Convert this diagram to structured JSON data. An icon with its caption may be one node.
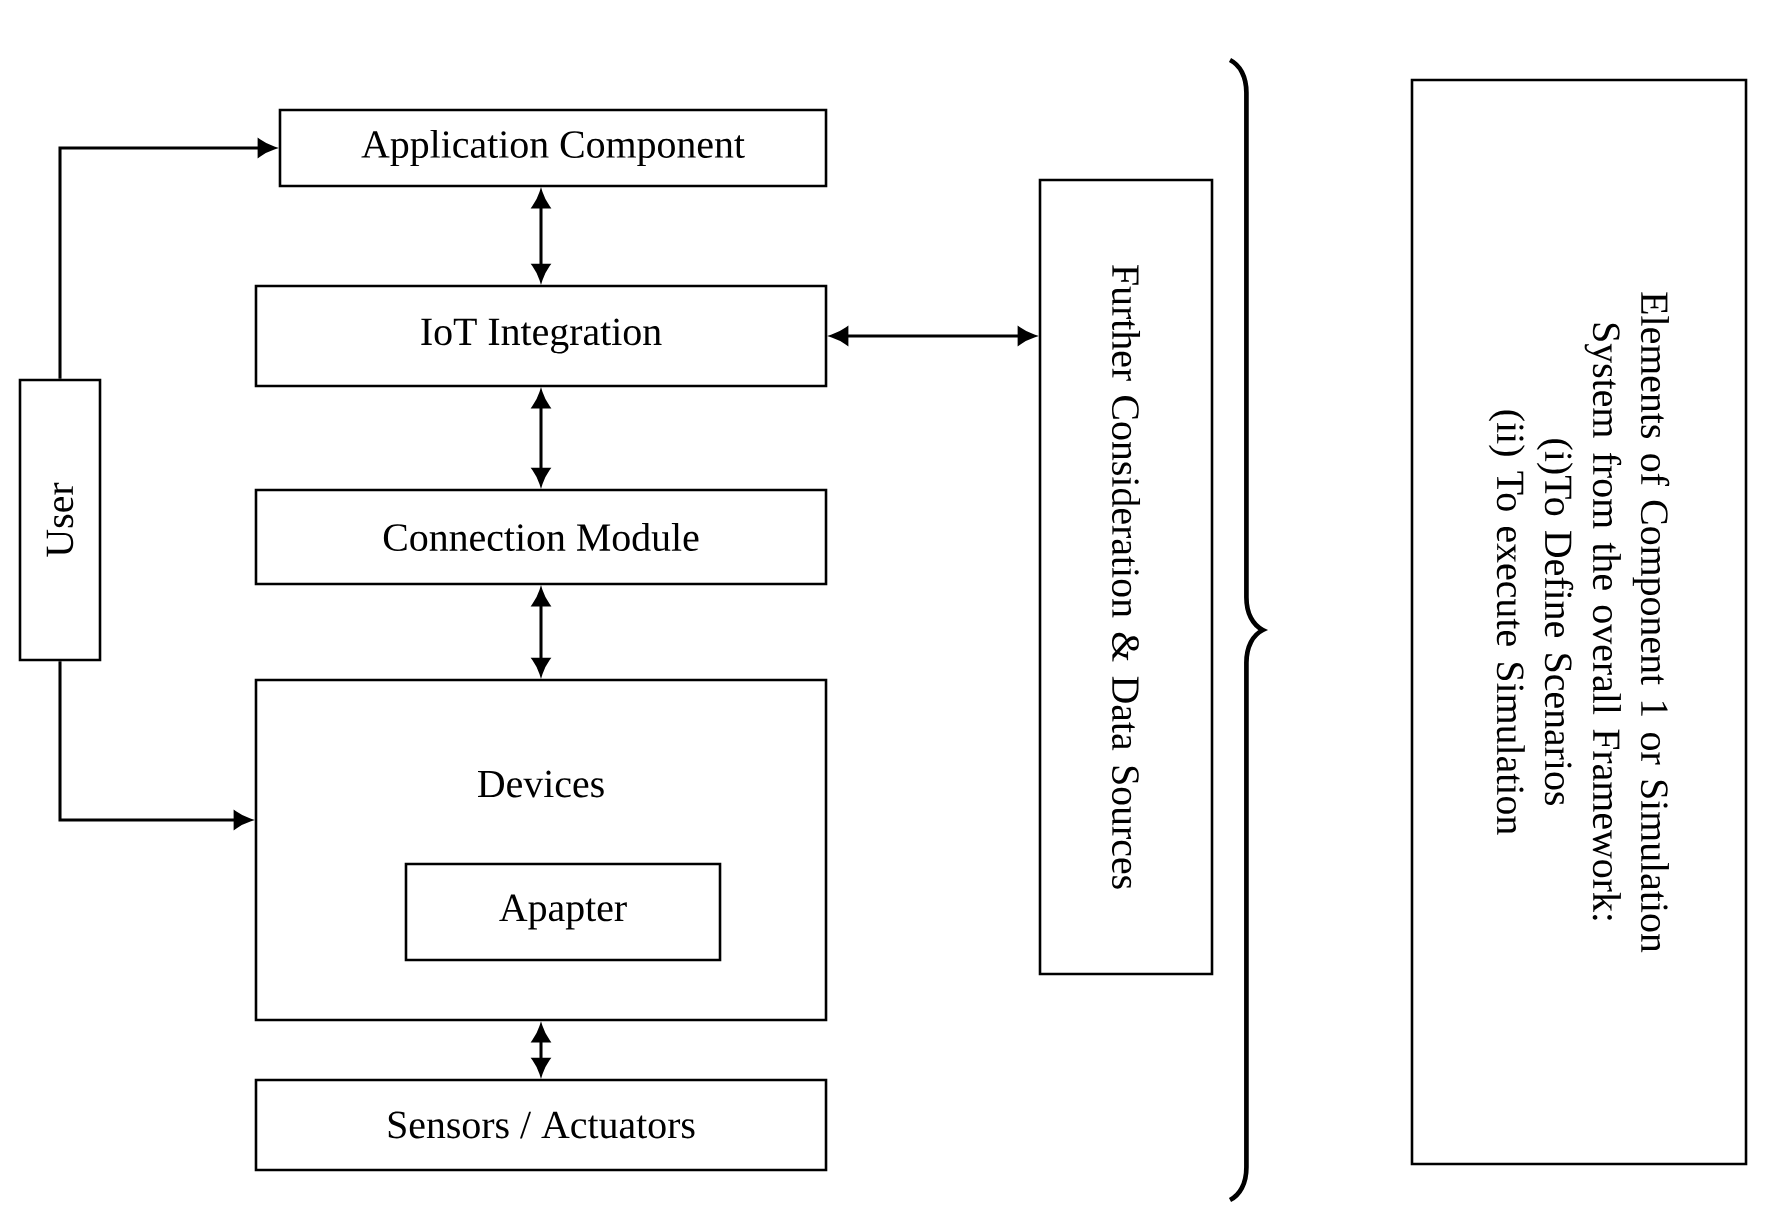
{
  "diagram": {
    "nodes": [
      {
        "text": [
          "Application Component"
        ]
      },
      {
        "text": [
          "IoT Integration"
        ]
      },
      {
        "text": [
          "Connection Module"
        ]
      },
      {
        "text": [
          "Devices"
        ]
      },
      {
        "text": [
          "Apapter"
        ],
        "in": 3
      },
      {
        "text": [
          "Sensors / Actuators"
        ]
      },
      {
        "text": [
          "User"
        ]
      },
      {
        "text": [
          "Further Consideration & Data Sources"
        ]
      },
      {
        "text": [
          "Elements of Component 1 or Simulation System from the overall Framework:",
          "(i)To Define Scenarios",
          "(ii) To execute Simulation"
        ]
      }
    ],
    "edges": [
      {
        "from": 6,
        "to": 0,
        "arrow": "to"
      },
      {
        "from": 6,
        "to": 3,
        "arrow": "to"
      },
      {
        "from": 0,
        "to": 1,
        "arrow": "both"
      },
      {
        "from": 1,
        "to": 2,
        "arrow": "both"
      },
      {
        "from": 2,
        "to": 3,
        "arrow": "both"
      },
      {
        "from": 3,
        "to": 5,
        "arrow": "both"
      },
      {
        "from": 1,
        "to": 7,
        "arrow": "both"
      }
    ]
  }
}
